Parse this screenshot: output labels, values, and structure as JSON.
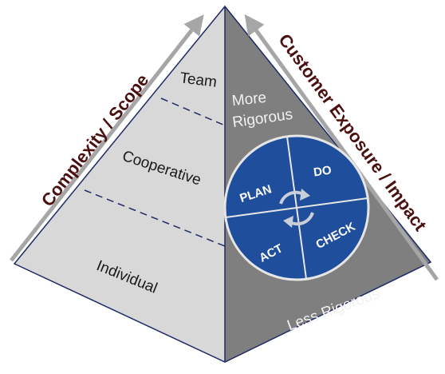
{
  "pyramid": {
    "left_axis_label": "Complexity / Scope",
    "right_axis_label": "Customer Exposure / Impact",
    "tiers": [
      "Team",
      "Cooperative",
      "Individual"
    ],
    "rigor_top": [
      "More",
      "Rigorous"
    ],
    "rigor_bottom": "Less Rigorous"
  },
  "pdca": {
    "plan": "PLAN",
    "do": "DO",
    "act": "ACT",
    "check": "CHECK"
  },
  "colors": {
    "left_face": "#d8d8d8",
    "right_face": "#7f7f7f",
    "outline": "#1f2a66",
    "arrow": "#a6a6a6",
    "axis_text": "#4a0f0f",
    "circle": "#1f4e9c"
  }
}
